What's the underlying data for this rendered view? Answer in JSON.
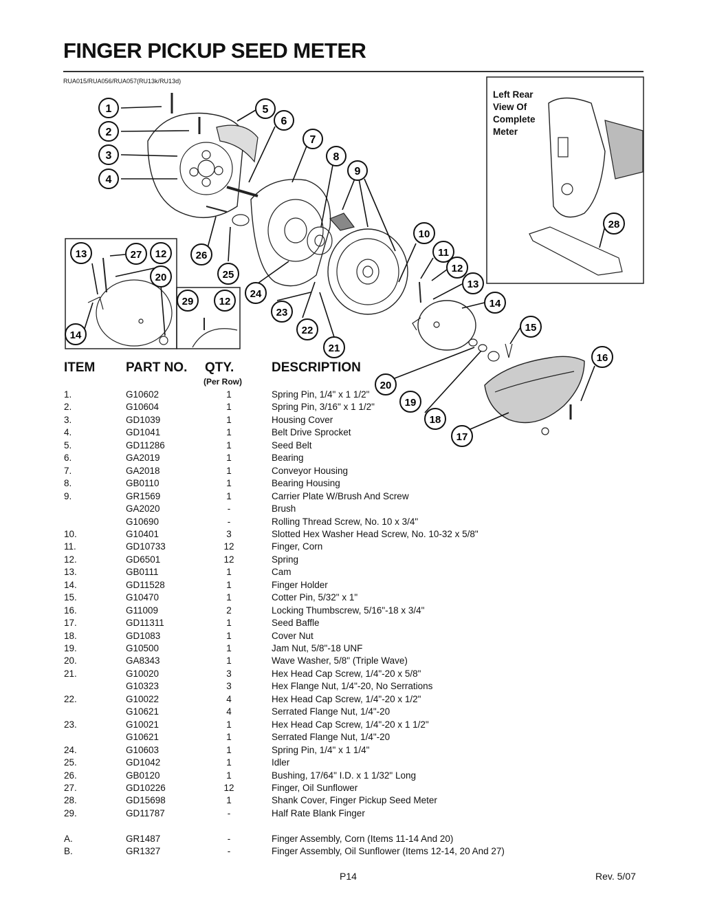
{
  "title": "FINGER PICKUP SEED METER",
  "reference": "RUA015/RUA056/RUA057(RU13k/RU13d)",
  "inset_label": [
    "Left Rear",
    "View Of",
    "Complete",
    "Meter"
  ],
  "callouts": [
    "1",
    "2",
    "3",
    "4",
    "5",
    "6",
    "7",
    "8",
    "9",
    "10",
    "11",
    "12",
    "13",
    "14",
    "15",
    "16",
    "17",
    "18",
    "19",
    "20",
    "21",
    "22",
    "23",
    "24",
    "25",
    "26",
    "27",
    "28",
    "29"
  ],
  "headers": {
    "item": "ITEM",
    "part": "PART NO.",
    "qty": "QTY.",
    "per_row": "(Per Row)",
    "desc": "DESCRIPTION"
  },
  "parts": [
    {
      "item": "1.",
      "part": "G10602",
      "qty": "1",
      "desc": "Spring Pin, 1/4\" x 1 1/2\""
    },
    {
      "item": "2.",
      "part": "G10604",
      "qty": "1",
      "desc": "Spring Pin, 3/16\" x 1 1/2\""
    },
    {
      "item": "3.",
      "part": "GD1039",
      "qty": "1",
      "desc": "Housing Cover"
    },
    {
      "item": "4.",
      "part": "GD1041",
      "qty": "1",
      "desc": "Belt Drive Sprocket"
    },
    {
      "item": "5.",
      "part": "GD11286",
      "qty": "1",
      "desc": "Seed Belt"
    },
    {
      "item": "6.",
      "part": "GA2019",
      "qty": "1",
      "desc": "Bearing"
    },
    {
      "item": "7.",
      "part": "GA2018",
      "qty": "1",
      "desc": "Conveyor Housing"
    },
    {
      "item": "8.",
      "part": "GB0110",
      "qty": "1",
      "desc": "Bearing Housing"
    },
    {
      "item": "9.",
      "part": "GR1569",
      "qty": "1",
      "desc": "Carrier Plate W/Brush And Screw"
    },
    {
      "item": "",
      "part": "GA2020",
      "qty": "-",
      "desc": "Brush"
    },
    {
      "item": "",
      "part": "G10690",
      "qty": "-",
      "desc": "Rolling Thread Screw, No. 10 x 3/4\""
    },
    {
      "item": "10.",
      "part": "G10401",
      "qty": "3",
      "desc": "Slotted Hex Washer Head Screw, No. 10-32 x 5/8\""
    },
    {
      "item": "11.",
      "part": "GD10733",
      "qty": "12",
      "desc": "Finger, Corn"
    },
    {
      "item": "12.",
      "part": "GD6501",
      "qty": "12",
      "desc": "Spring"
    },
    {
      "item": "13.",
      "part": "GB0111",
      "qty": "1",
      "desc": "Cam"
    },
    {
      "item": "14.",
      "part": "GD11528",
      "qty": "1",
      "desc": "Finger Holder"
    },
    {
      "item": "15.",
      "part": "G10470",
      "qty": "1",
      "desc": "Cotter Pin, 5/32\" x 1\""
    },
    {
      "item": "16.",
      "part": "G11009",
      "qty": "2",
      "desc": "Locking Thumbscrew, 5/16\"-18 x 3/4\""
    },
    {
      "item": "17.",
      "part": "GD11311",
      "qty": "1",
      "desc": "Seed Baffle"
    },
    {
      "item": "18.",
      "part": "GD1083",
      "qty": "1",
      "desc": "Cover Nut"
    },
    {
      "item": "19.",
      "part": "G10500",
      "qty": "1",
      "desc": "Jam Nut, 5/8\"-18 UNF"
    },
    {
      "item": "20.",
      "part": "GA8343",
      "qty": "1",
      "desc": "Wave Washer, 5/8\" (Triple Wave)"
    },
    {
      "item": "21.",
      "part": "G10020",
      "qty": "3",
      "desc": "Hex Head Cap Screw, 1/4\"-20 x 5/8\""
    },
    {
      "item": "",
      "part": "G10323",
      "qty": "3",
      "desc": "Hex Flange Nut, 1/4\"-20, No Serrations"
    },
    {
      "item": "22.",
      "part": "G10022",
      "qty": "4",
      "desc": "Hex Head Cap Screw, 1/4\"-20 x 1/2\""
    },
    {
      "item": "",
      "part": "G10621",
      "qty": "4",
      "desc": "Serrated Flange Nut, 1/4\"-20"
    },
    {
      "item": "23.",
      "part": "G10021",
      "qty": "1",
      "desc": "Hex Head Cap Screw, 1/4\"-20 x 1 1/2\""
    },
    {
      "item": "",
      "part": "G10621",
      "qty": "1",
      "desc": "Serrated Flange Nut, 1/4\"-20"
    },
    {
      "item": "24.",
      "part": "G10603",
      "qty": "1",
      "desc": "Spring Pin, 1/4\" x 1 1/4\""
    },
    {
      "item": "25.",
      "part": "GD1042",
      "qty": "1",
      "desc": "Idler"
    },
    {
      "item": "26.",
      "part": "GB0120",
      "qty": "1",
      "desc": "Bushing, 17/64\" I.D. x 1 1/32\" Long"
    },
    {
      "item": "27.",
      "part": "GD10226",
      "qty": "12",
      "desc": "Finger, Oil Sunflower"
    },
    {
      "item": "28.",
      "part": "GD15698",
      "qty": "1",
      "desc": "Shank Cover, Finger Pickup Seed Meter"
    },
    {
      "item": "29.",
      "part": "GD11787",
      "qty": "-",
      "desc": "Half Rate Blank Finger"
    }
  ],
  "assemblies": [
    {
      "item": "A.",
      "part": "GR1487",
      "qty": "-",
      "desc": "Finger Assembly, Corn (Items 11-14 And 20)"
    },
    {
      "item": "B.",
      "part": "GR1327",
      "qty": "-",
      "desc": "Finger Assembly, Oil Sunflower (Items 12-14, 20 And 27)"
    }
  ],
  "footer": {
    "page": "P14",
    "rev": "Rev. 5/07"
  }
}
